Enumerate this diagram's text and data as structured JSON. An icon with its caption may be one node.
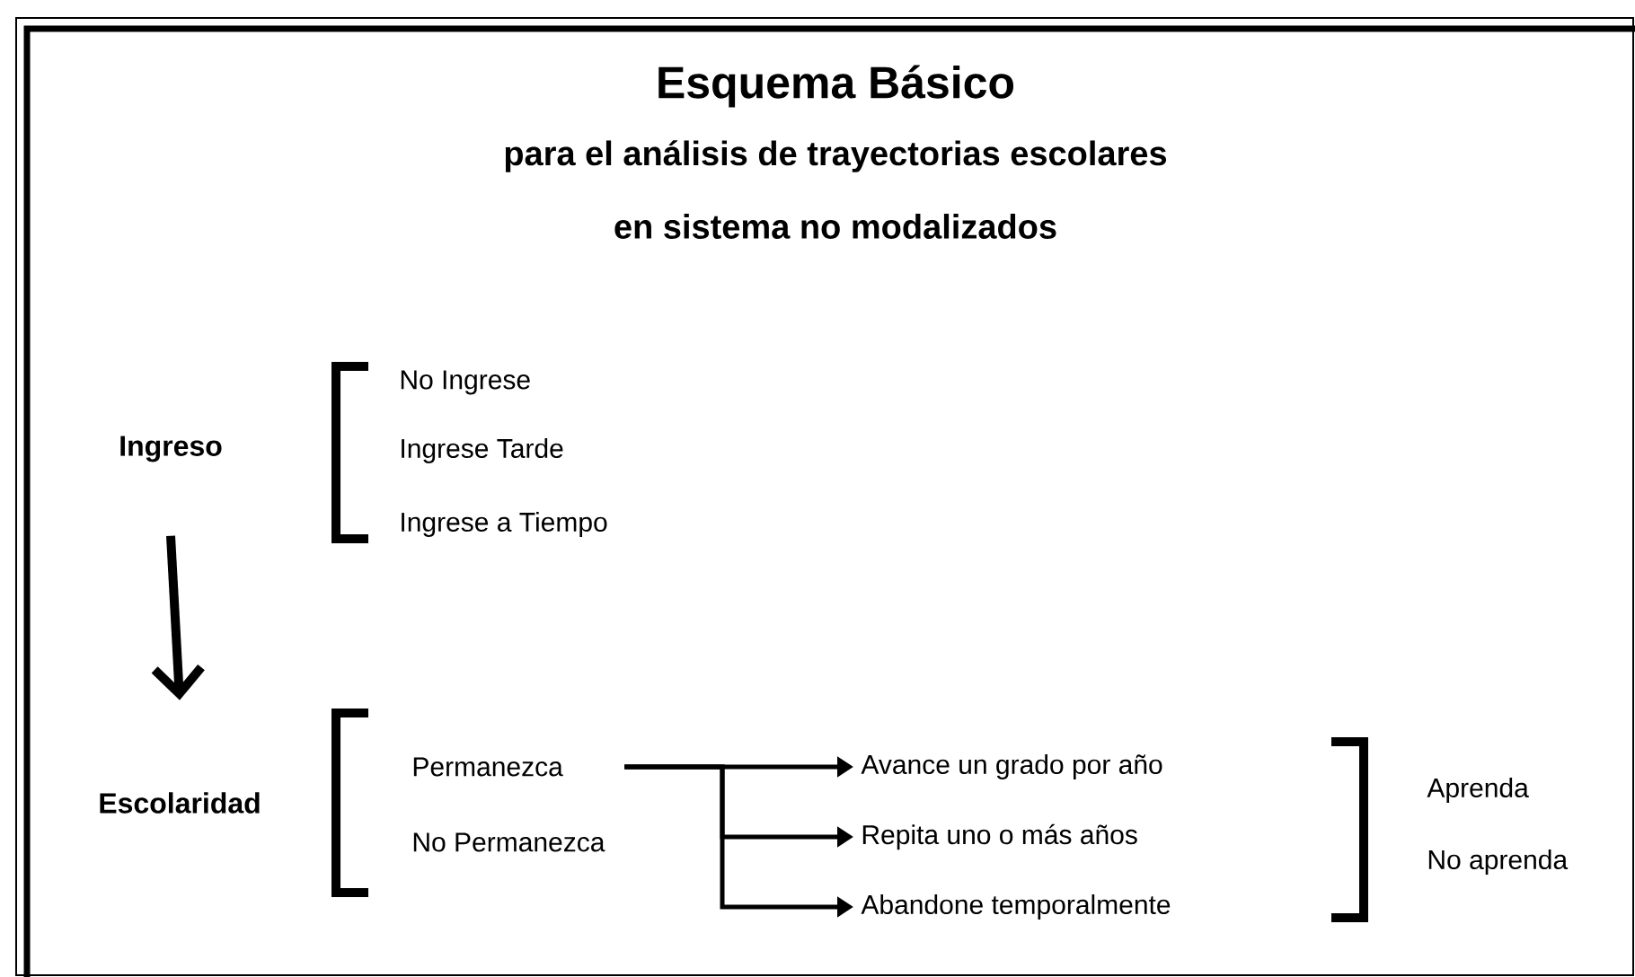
{
  "diagram": {
    "title": "Esquema Básico",
    "nodes": [
      {
        "text": [
          "Ingreso"
        ]
      },
      {
        "text": [
          "Escolaridad"
        ]
      },
      {
        "text": [
          "Permanezca"
        ]
      },
      {
        "text": [
          "Avance un grado por año"
        ]
      },
      {
        "text": [
          "Repita uno o más años"
        ]
      },
      {
        "text": [
          "Abandone temporalmente"
        ]
      }
    ],
    "edges": [
      {
        "from": 0,
        "to": 1,
        "arrow": "to",
        "style": "thick"
      },
      {
        "from": 2,
        "to": 3,
        "arrow": "to"
      },
      {
        "from": 2,
        "to": 4,
        "arrow": "to"
      },
      {
        "from": 2,
        "to": 5,
        "arrow": "to"
      }
    ],
    "labels": [
      "para el análisis de trayectorias escolares",
      "en sistema no modalizados",
      "No Ingrese",
      "Ingrese Tarde",
      "Ingrese a Tiempo",
      "No Permanezca",
      "Aprenda",
      "No aprenda"
    ]
  }
}
